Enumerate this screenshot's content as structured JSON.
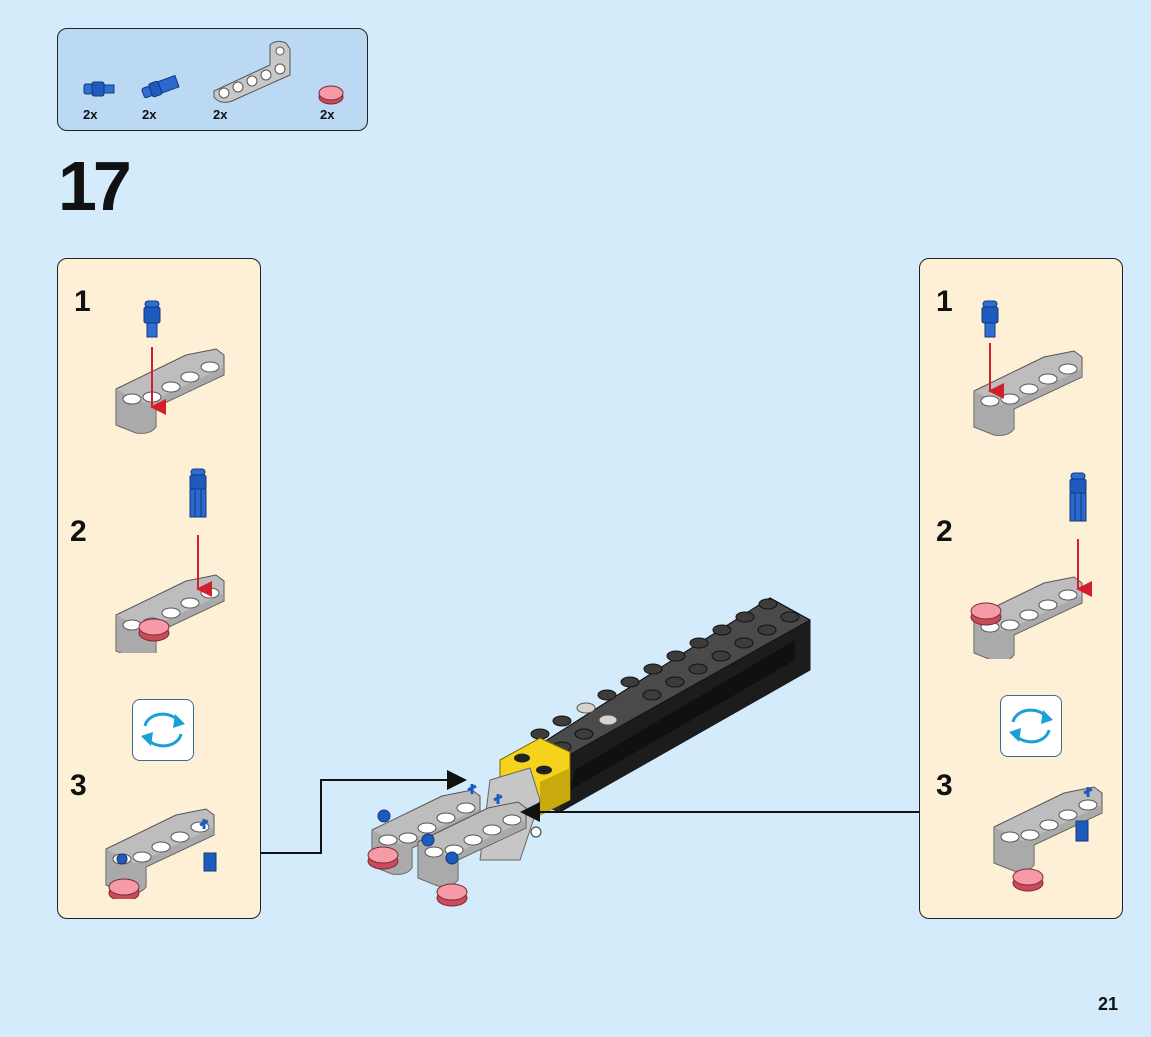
{
  "parts_list": {
    "items": [
      {
        "name": "blue-pin-short",
        "quantity": "2x"
      },
      {
        "name": "blue-axle-pin",
        "quantity": "2x"
      },
      {
        "name": "gray-l-beam",
        "quantity": "2x"
      },
      {
        "name": "pink-round-tile",
        "quantity": "2x"
      }
    ]
  },
  "step": {
    "number": "17"
  },
  "left_panel": {
    "substeps": [
      "1",
      "2",
      "3"
    ],
    "rotate_icon": "rotate-arrows-icon"
  },
  "right_panel": {
    "substeps": [
      "1",
      "2",
      "3"
    ],
    "rotate_icon": "rotate-arrows-icon"
  },
  "page": {
    "number": "21"
  },
  "colors": {
    "background": "#d3ebfa",
    "parts_box": "#bcd9f3",
    "sub_panel": "#fdf0d6",
    "brick_gray": "#bdbdbd",
    "brick_dark": "#3c3c3c",
    "pin_blue": "#1f5bbd",
    "tile_pink": "#e8707c",
    "brick_yellow": "#f5d31c",
    "arrow_red": "#d21f2b"
  }
}
